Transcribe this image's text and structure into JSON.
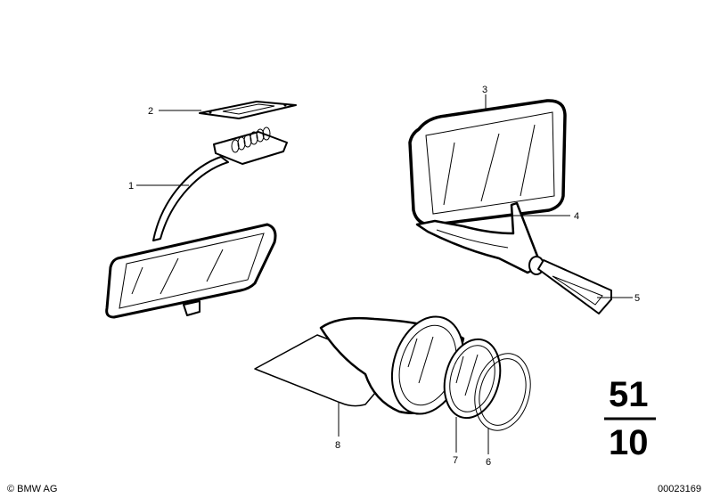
{
  "diagram": {
    "callouts": [
      "1",
      "2",
      "3",
      "4",
      "5",
      "6",
      "7",
      "8"
    ],
    "section": {
      "group": "51",
      "subgroup": "10"
    },
    "copyright": "© BMW AG",
    "diagram_number": "00023169"
  }
}
